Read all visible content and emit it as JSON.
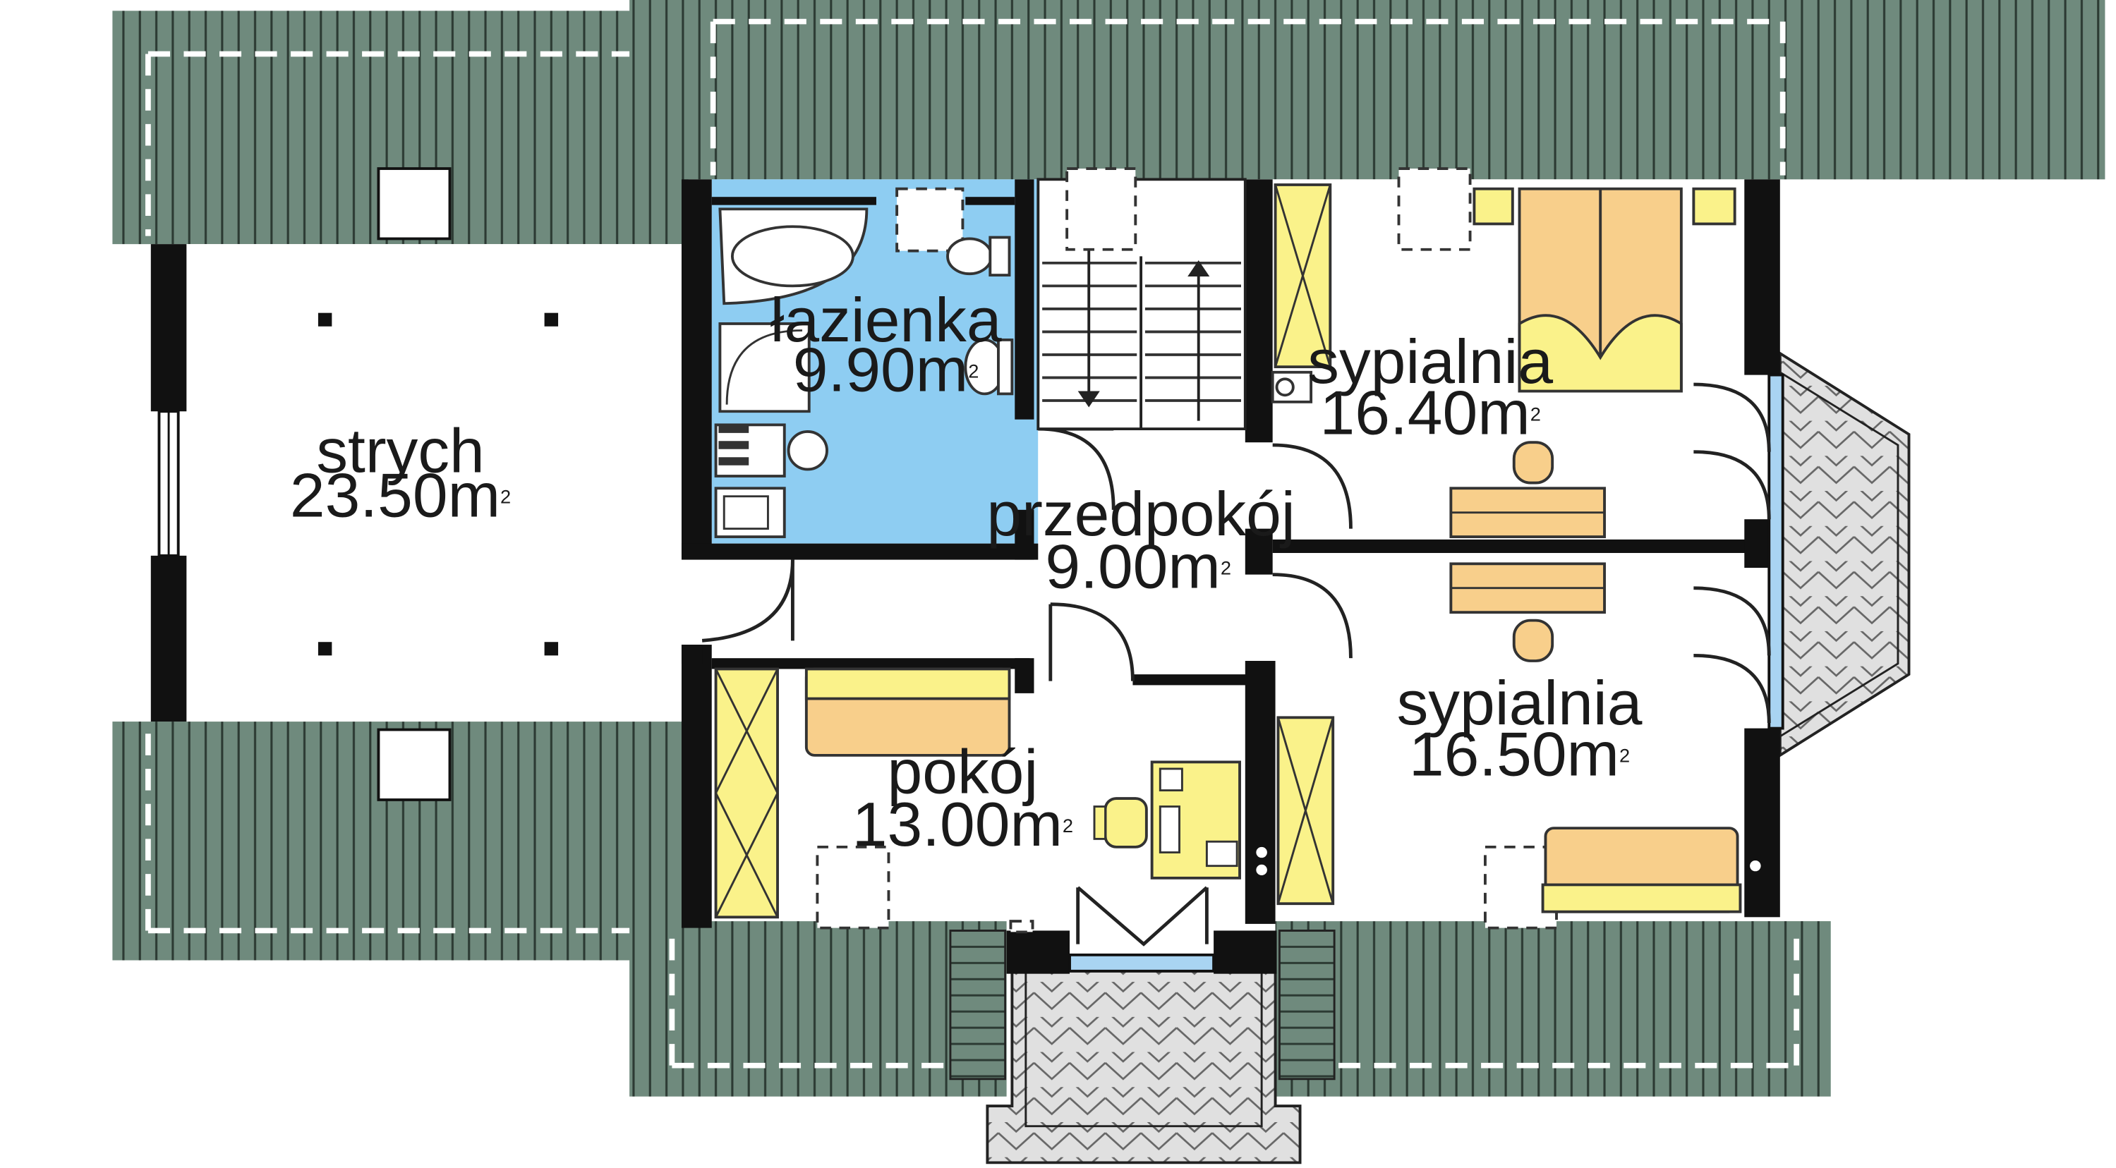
{
  "colors": {
    "roof": "#6f8a7d",
    "roof_lines": "#2c3a33",
    "wall": "#111111",
    "bathroom_fill": "#8ecdf2",
    "wardrobe_fill": "#faf28a",
    "bed_fill": "#f8cf8b",
    "bed_pillow": "#faf28a",
    "glass": "#a9d4f2",
    "balcony_hatch": "#d9d9d9"
  },
  "rooms": [
    {
      "id": "strych",
      "name": "strych",
      "area": "23.50m",
      "unit_exp": "2"
    },
    {
      "id": "lazienka",
      "name": "łazienka",
      "area": "9.90m",
      "unit_exp": "2"
    },
    {
      "id": "przedpokoj",
      "name": "przedpokój",
      "area": "9.00m",
      "unit_exp": "2"
    },
    {
      "id": "sypialnia1",
      "name": "sypialnia",
      "area": "16.40m",
      "unit_exp": "2"
    },
    {
      "id": "sypialnia2",
      "name": "sypialnia",
      "area": "16.50m",
      "unit_exp": "2"
    },
    {
      "id": "pokoj",
      "name": "pokój",
      "area": "13.00m",
      "unit_exp": "2"
    }
  ]
}
